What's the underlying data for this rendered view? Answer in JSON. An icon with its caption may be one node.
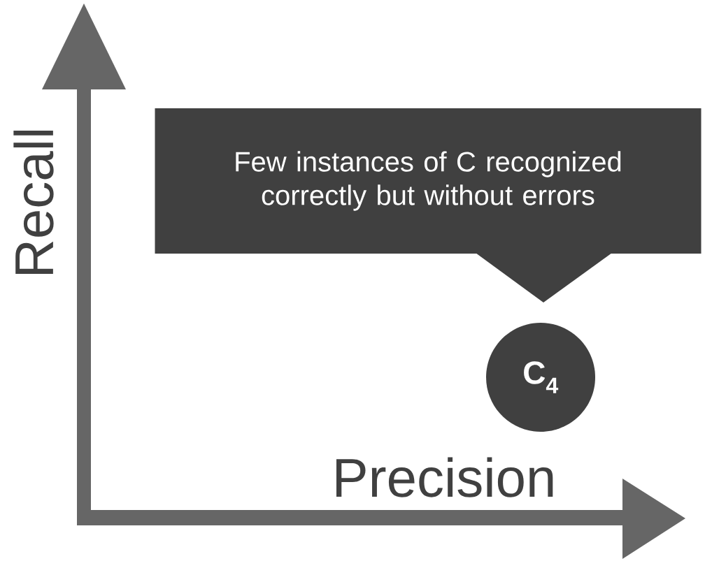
{
  "diagram": {
    "nodes": [
      {
        "text": [
          "Few instances of C recognized correctly but without errors"
        ]
      },
      {
        "text": [
          "C$_{4}$"
        ]
      }
    ],
    "labels": [
      "Recall",
      "Precision"
    ]
  }
}
